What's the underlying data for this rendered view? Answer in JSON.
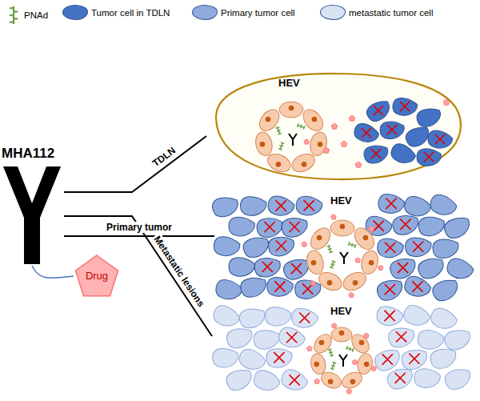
{
  "diagram": {
    "nodes": [
      {
        "text": [
          "MHA112"
        ]
      },
      {
        "text": [
          "Drug"
        ]
      },
      {
        "text": [
          "HEV"
        ]
      },
      {
        "text": [
          "HEV"
        ]
      },
      {
        "text": [
          "HEV"
        ]
      }
    ],
    "edges": [
      {
        "from": 0,
        "to": 1,
        "arrow": "none"
      },
      {
        "from": 0,
        "to": 2,
        "label": "TDLN",
        "arrow": "none"
      },
      {
        "from": 0,
        "to": 3,
        "label": "Primary tumor",
        "arrow": "none"
      },
      {
        "from": 0,
        "to": 4,
        "label": "Metastatic lesions",
        "arrow": "none"
      }
    ],
    "legend": [
      {
        "text": "PNAd"
      },
      {
        "text": "Tumor cell in TDLN",
        "color": "#4472c4"
      },
      {
        "text": "Primary tumor cell",
        "color": "#8faadc"
      },
      {
        "text": "metastatic tumor cell",
        "color": "#dae3f3"
      }
    ]
  }
}
